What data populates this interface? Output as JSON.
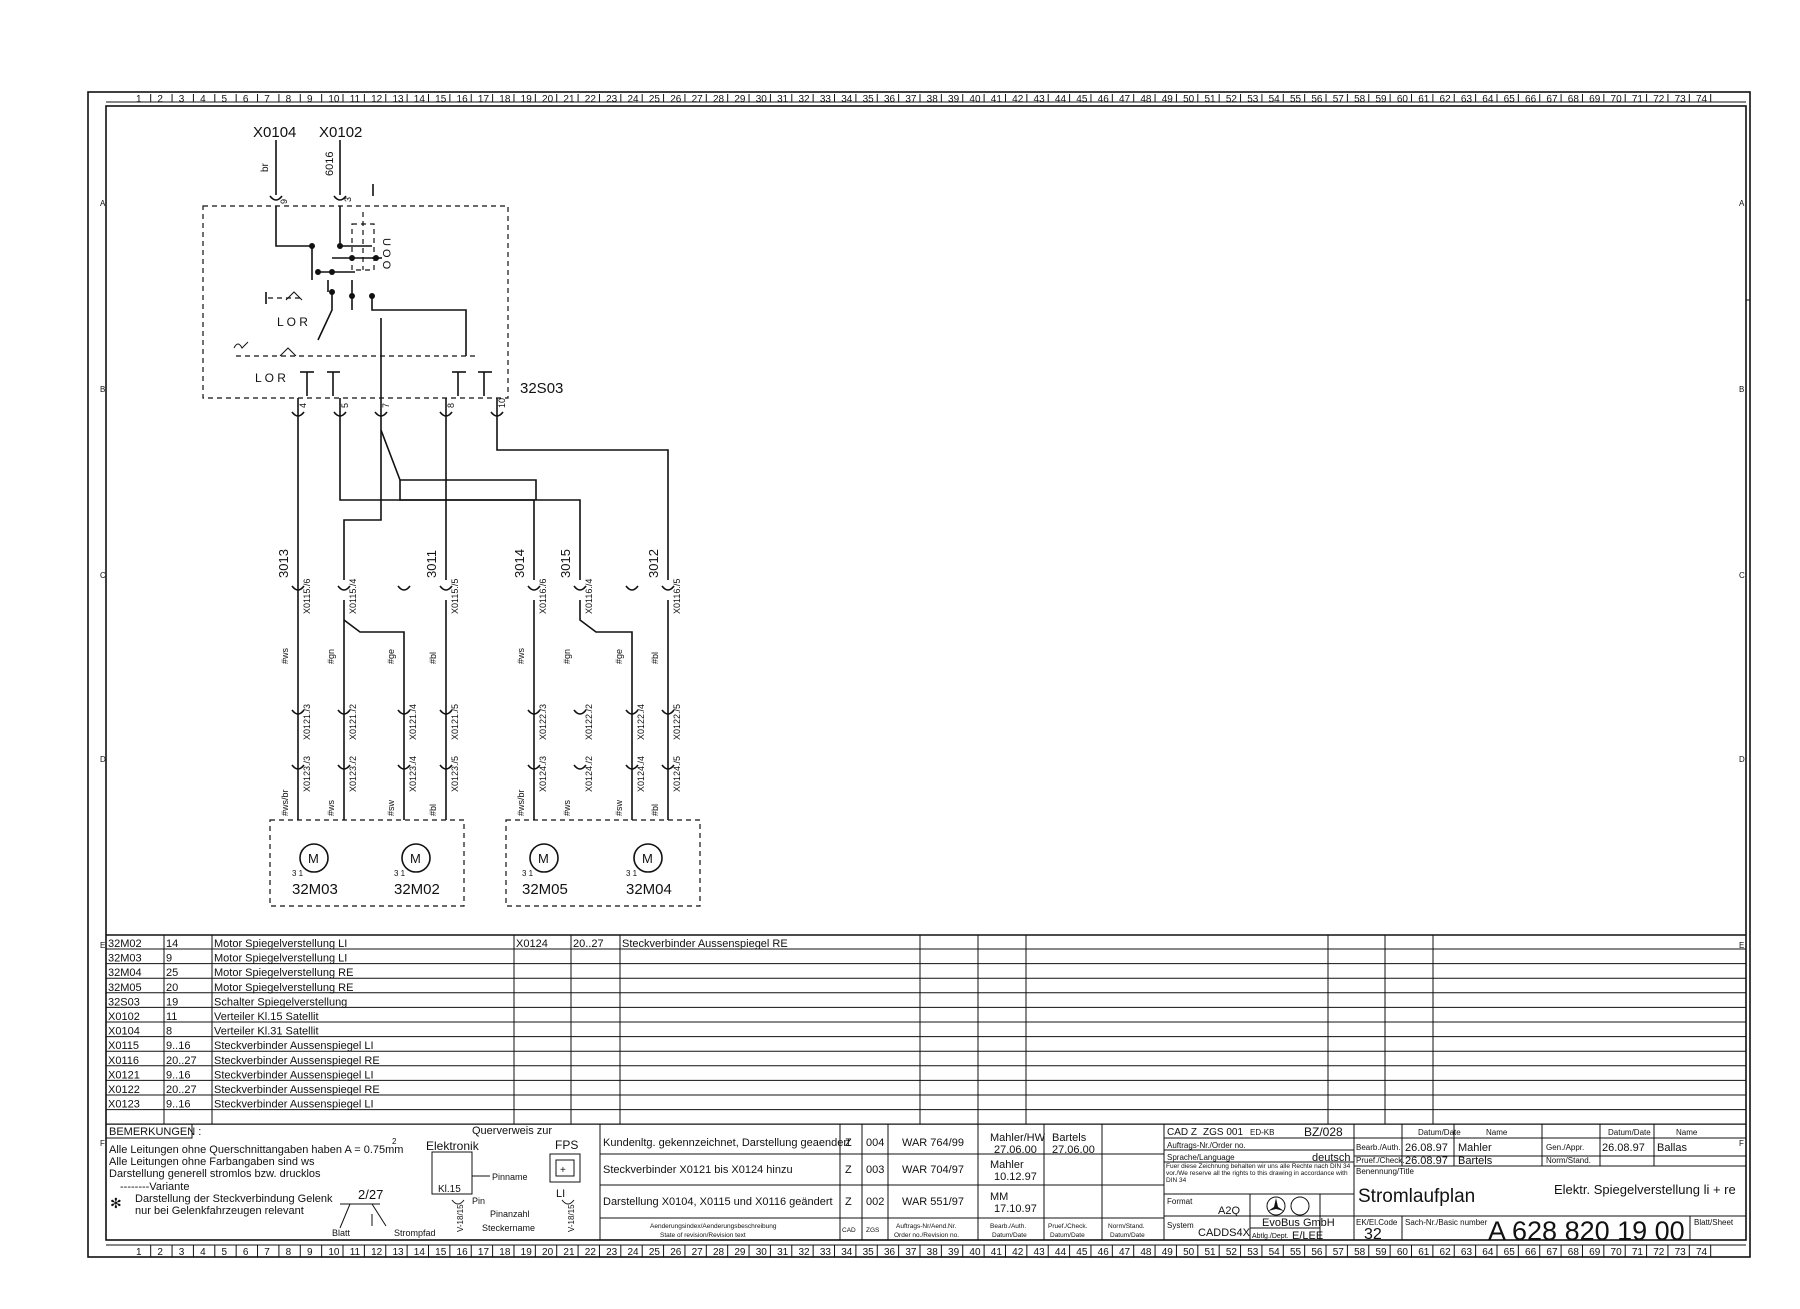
{
  "ruler_numbers": [
    "1",
    "2",
    "3",
    "4",
    "5",
    "6",
    "7",
    "8",
    "9",
    "10",
    "11",
    "12",
    "13",
    "14",
    "15",
    "16",
    "17",
    "18",
    "19",
    "20",
    "21",
    "22",
    "23",
    "24",
    "25",
    "26",
    "27",
    "28",
    "29",
    "30",
    "31",
    "32",
    "33",
    "34",
    "35",
    "36",
    "37",
    "38",
    "39",
    "40",
    "41",
    "42",
    "43",
    "44",
    "45",
    "46",
    "47",
    "48",
    "49",
    "50",
    "51",
    "52",
    "53",
    "54",
    "55",
    "56",
    "57",
    "58",
    "59",
    "60",
    "61",
    "62",
    "63",
    "64",
    "65",
    "66",
    "67",
    "68",
    "69",
    "70",
    "71",
    "72",
    "73",
    "74"
  ],
  "row_letters": [
    "A",
    "B",
    "C",
    "D",
    "E",
    "F"
  ],
  "connectors": {
    "top_left": "X0104",
    "top_right": "X0102",
    "top_left_wire": "br",
    "top_right_wire": "6016",
    "top_left_pin": "9",
    "top_right_pin": "3"
  },
  "switch": {
    "name": "32S03",
    "lor_upper": "L O R",
    "lor_lower": "L O R",
    "uoo": "U O O",
    "pins": [
      "4",
      "5",
      "7",
      "8",
      "10"
    ]
  },
  "wires": {
    "group1": [
      {
        "number": "3013",
        "pin": "X0115./6",
        "color": "ws",
        "pin2": "X0121./3",
        "pin3": "X0123./3",
        "color2": "ws/br"
      },
      {
        "number": "",
        "pin": "X0115./4",
        "color": "gn",
        "pin2": "X0121./2",
        "pin3": "X0123./2",
        "color2": "ws"
      },
      {
        "number": "",
        "pin": "",
        "color": "ge",
        "pin2": "X0121./4",
        "pin3": "X0123./4",
        "color2": "sw"
      },
      {
        "number": "3011",
        "pin": "X0115./5",
        "color": "bl",
        "pin2": "X0121./5",
        "pin3": "X0123./5",
        "color2": "bl"
      }
    ],
    "group2": [
      {
        "number": "3014",
        "pin": "X0116./6",
        "color": "ws",
        "pin2": "X0122./3",
        "pin3": "X0124./3",
        "color2": "ws/br"
      },
      {
        "number": "3015",
        "pin": "X0116./4",
        "color": "gn",
        "pin2": "X0122./2",
        "pin3": "X0124./2",
        "color2": "ws"
      },
      {
        "number": "",
        "pin": "",
        "color": "ge",
        "pin2": "X0122./4",
        "pin3": "X0124./4",
        "color2": "sw"
      },
      {
        "number": "3012",
        "pin": "X0116./5",
        "color": "bl",
        "pin2": "X0122./5",
        "pin3": "X0124./5",
        "color2": "bl"
      }
    ]
  },
  "motors": [
    {
      "name": "32M03",
      "symbol": "M",
      "pins": "3 1"
    },
    {
      "name": "32M02",
      "symbol": "M",
      "pins": "3 1"
    },
    {
      "name": "32M05",
      "symbol": "M",
      "pins": "3 1"
    },
    {
      "name": "32M04",
      "symbol": "M",
      "pins": "3 1"
    }
  ],
  "parts_table_left": [
    [
      "32M02",
      "14",
      "Motor Spiegelverstellung LI"
    ],
    [
      "32M03",
      "9",
      "Motor Spiegelverstellung LI"
    ],
    [
      "32M04",
      "25",
      "Motor Spiegelverstellung RE"
    ],
    [
      "32M05",
      "20",
      "Motor Spiegelverstellung RE"
    ],
    [
      "32S03",
      "19",
      "Schalter Spiegelverstellung"
    ],
    [
      "X0102",
      "11",
      "Verteiler Kl.15 Satellit"
    ],
    [
      "X0104",
      "8",
      "Verteiler Kl.31 Satellit"
    ],
    [
      "X0115",
      "9..16",
      "Steckverbinder Aussenspiegel LI"
    ],
    [
      "X0116",
      "20..27",
      "Steckverbinder Aussenspiegel RE"
    ],
    [
      "X0121",
      "9..16",
      "Steckverbinder Aussenspiegel LI"
    ],
    [
      "X0122",
      "20..27",
      "Steckverbinder Aussenspiegel RE"
    ],
    [
      "X0123",
      "9..16",
      "Steckverbinder Aussenspiegel LI"
    ]
  ],
  "parts_table_right": [
    [
      "X0124",
      "20..27",
      "Steckverbinder Aussenspiegel RE"
    ]
  ],
  "remarks": {
    "header": "BEMERKUNGEN :",
    "line1": "Alle Leitungen ohne Querschnittangaben haben A = 0.75mm",
    "sup": "2",
    "line2": "Alle Leitungen ohne Farbangaben sind ws",
    "line3": "Darstellung generell stromlos bzw. drucklos",
    "line4": "--------Variante",
    "line5": "Darstellung der Steckverbindung Gelenk",
    "line6": "nur bei Gelenkfahrzeugen relevant"
  },
  "legend": {
    "title": "Querverweis zur",
    "elektronik": "Elektronik",
    "fps": "FPS",
    "kl15": "Kl.15",
    "li": "LI",
    "ref": "2/27",
    "blatt": "Blatt",
    "strompfad": "Strompfad",
    "pinname": "Pinname",
    "pin": "Pin",
    "pinanzahl": "Pinanzahl",
    "steckername": "Steckername",
    "v1815a": "V-18/15",
    "v1815b": "V-18/15"
  },
  "revisions": [
    {
      "text": "Kundenltg. gekennzeichnet, Darstellung geaendert",
      "z": "Z",
      "num": "004",
      "order": "WAR 764/99",
      "by": "Mahler/HW",
      "date1": "27.06.00",
      "chk": "Bartels",
      "date2": "27.06.00"
    },
    {
      "text": "Steckverbinder X0121 bis X0124 hinzu",
      "z": "Z",
      "num": "003",
      "order": "WAR 704/97",
      "by": "Mahler",
      "date1": "10.12.97",
      "chk": "",
      "date2": ""
    },
    {
      "text": "Darstellung X0104, X0115 und X0116 geändert",
      "z": "Z",
      "num": "002",
      "order": "WAR 551/97",
      "by": "MM",
      "date1": "17.10.97",
      "chk": "",
      "date2": ""
    }
  ],
  "rev_headers": [
    "Aenderungsindex/Aenderungsbeschreibung",
    "State of revision/Revision text",
    "CAD",
    "ZGS",
    "Auftrags-Nr/Aend.Nr.",
    "Order no./Revision no.",
    "Bearb./Auth.",
    "Datum/Date",
    "Pruef./Check.",
    "Datum/Date",
    "Norm/Stand.",
    "Datum/Date"
  ],
  "title_block": {
    "cad": "CAD Z",
    "zgs": "ZGS 001",
    "edkb": "ED-KB",
    "bz": "BZ/028",
    "order_label": "Auftrags-Nr./Order no.",
    "sprache_label": "Sprache/Language",
    "sprache": "deutsch",
    "notice": "Fuer diese Zeichnung behalten wir uns alle Rechte nach DIN 34 vor./We reserve all the rights to this drawing in accordance with DIN 34",
    "format_label": "Format",
    "format": "A2Q",
    "system_label": "System",
    "system": "CADDS4X",
    "company": "EvoBus GmbH",
    "abt_label": "Abtlg./Dept.",
    "abt": "E/LEE",
    "datum_label": "Datum/Date",
    "name_label": "Name",
    "bearb_label": "Bearb./Auth.",
    "bearb_date": "26.08.97",
    "bearb_name": "Mahler",
    "pruef_label": "Pruef./Check.",
    "pruef_date": "26.08.97",
    "pruef_name": "Bartels",
    "gen_label": "Gen./Appr.",
    "gen_date": "26.08.97",
    "gen_name": "Ballas",
    "norm_label": "Norm/Stand.",
    "benennung_label": "Benennung/Title",
    "title": "Stromlaufplan",
    "subtitle": "Elektr. Spiegelverstellung li + re",
    "ek_label": "EK/El.Code",
    "ek": "32",
    "sach_label": "Sach-Nr./Basic number",
    "number": "A 628 820 19 00",
    "blatt_label": "Blatt/Sheet"
  }
}
